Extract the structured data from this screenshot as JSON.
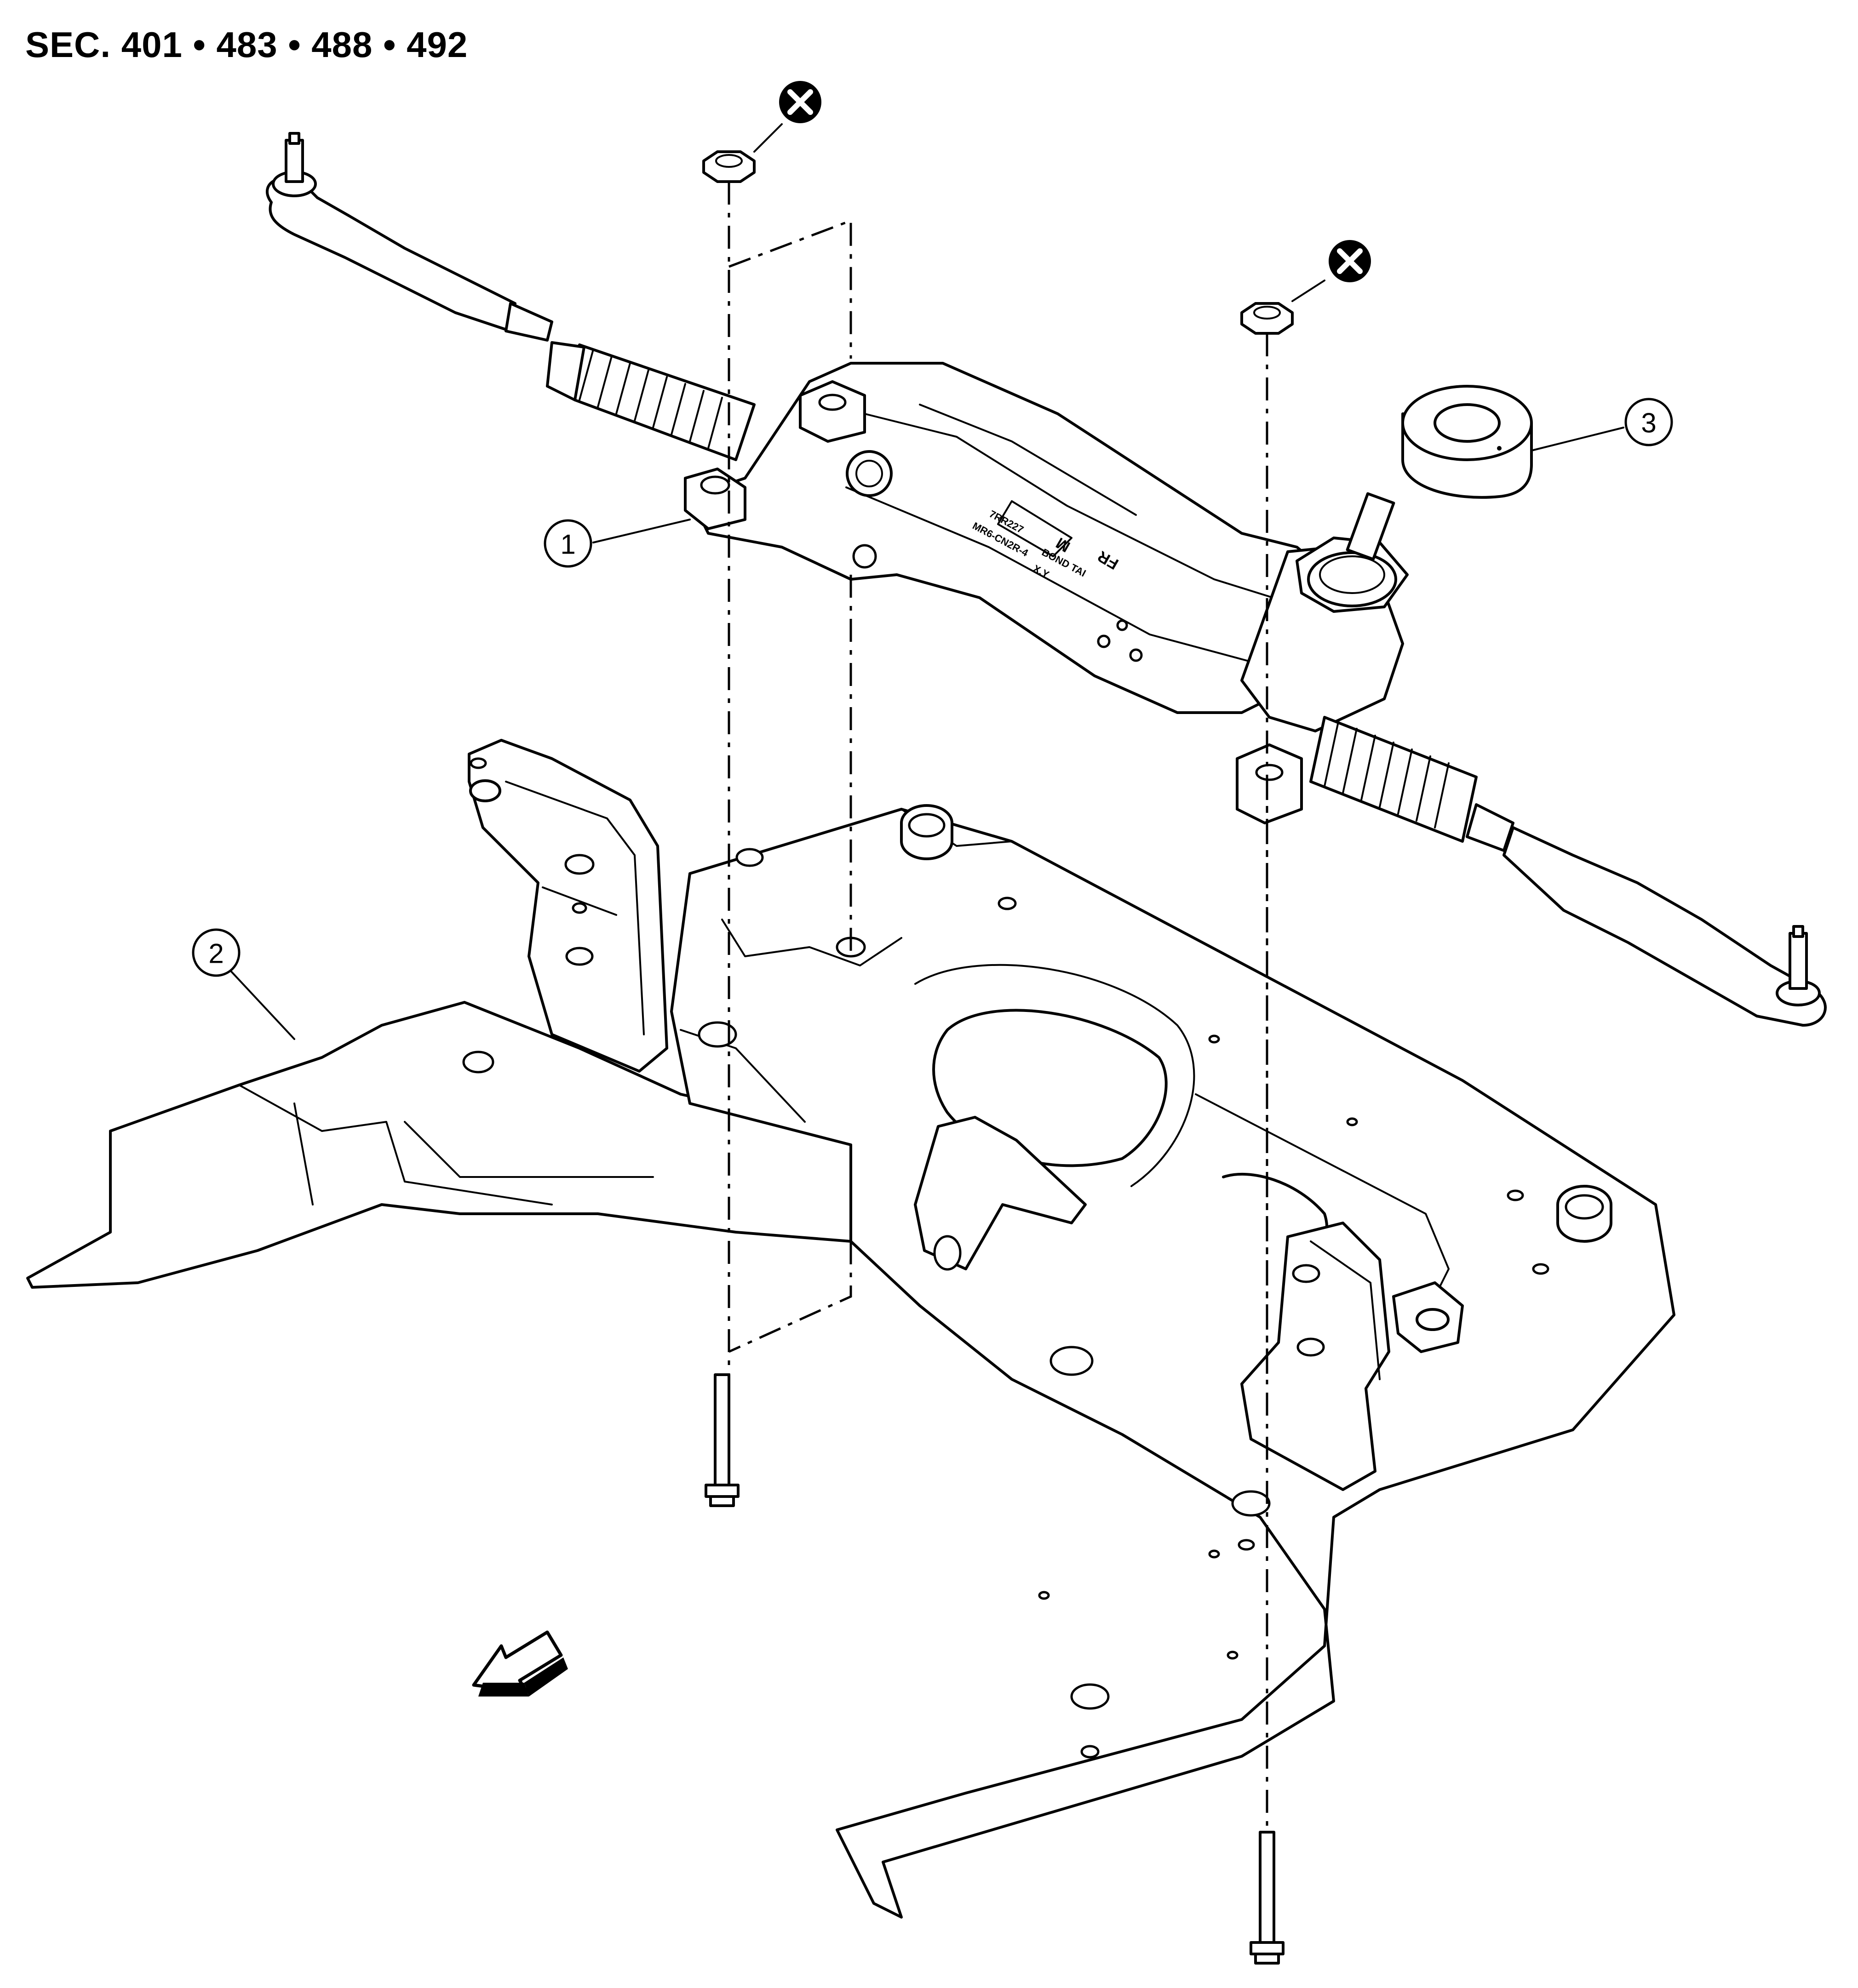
{
  "header": {
    "section_ref": "SEC. 401 • 483 • 488 • 492"
  },
  "callouts": [
    {
      "id": "1",
      "label": "1",
      "part": "steering gear assembly"
    },
    {
      "id": "2",
      "label": "2",
      "part": "front suspension member"
    },
    {
      "id": "3",
      "label": "3",
      "part": "seal / grommet"
    }
  ],
  "rack_markings": {
    "part_no": "7RR227",
    "brand": "BOND TAI",
    "code": "MR6-CN2R-4",
    "xy": "X.Y",
    "direction": "FR",
    "mark": "M"
  },
  "icons": {
    "nonreusable": "circled-x-icon",
    "front": "front-direction-arrow-icon"
  },
  "colors": {
    "line": "#000000",
    "background": "#ffffff"
  }
}
